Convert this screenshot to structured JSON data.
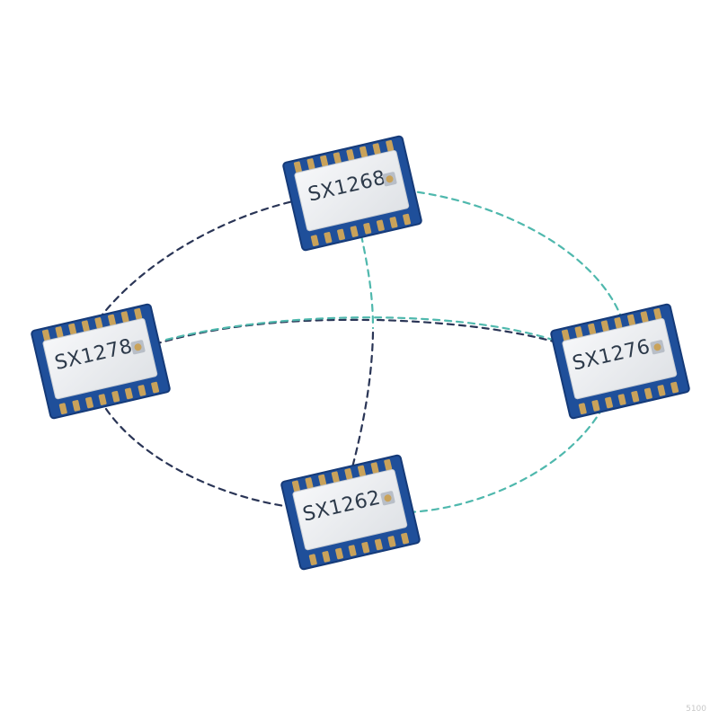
{
  "colors": {
    "teal_link": "#4fb8ad",
    "navy_link": "#2a3556",
    "pcb_blue": "#1f4f9a",
    "pcb_edge": "#153a78",
    "shield_silver": "#e9ebee",
    "pad_gold": "#c9a25a",
    "label_text": "#2d3a4a"
  },
  "modules": [
    {
      "id": "top",
      "label": "SX1268"
    },
    {
      "id": "left",
      "label": "SX1278"
    },
    {
      "id": "right",
      "label": "SX1276"
    },
    {
      "id": "bottom",
      "label": "SX1262"
    }
  ],
  "links": [
    {
      "from": "SX1268",
      "to": "SX1276",
      "style": "teal"
    },
    {
      "from": "SX1268",
      "to": "SX1278",
      "style": "navy"
    },
    {
      "from": "SX1268",
      "to": "SX1262",
      "style": "navy"
    },
    {
      "from": "SX1278",
      "to": "SX1276",
      "style": "navy"
    },
    {
      "from": "SX1278",
      "to": "SX1262",
      "style": "navy"
    },
    {
      "from": "SX1276",
      "to": "SX1262",
      "style": "teal"
    }
  ],
  "watermark": "5100"
}
